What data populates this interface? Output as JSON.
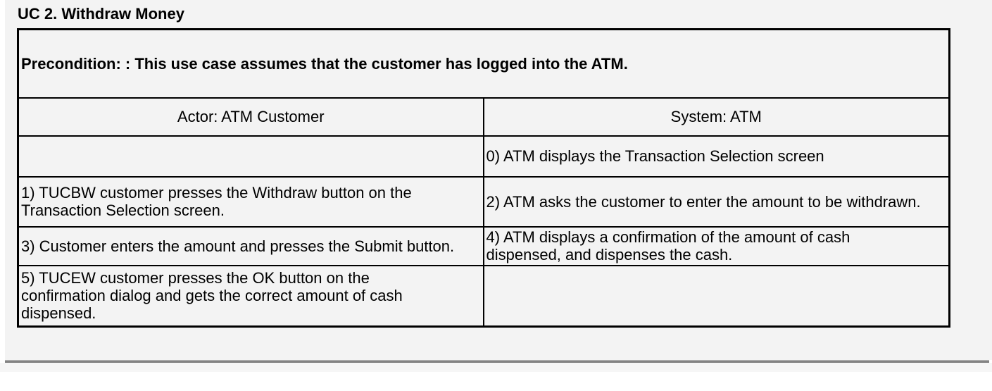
{
  "page": {
    "title": "UC 2. Withdraw Money"
  },
  "table": {
    "precondition": "Precondition: : This use case assumes that the customer has logged into the ATM.",
    "columns": [
      {
        "header": "Actor: ATM Customer"
      },
      {
        "header": "System: ATM"
      }
    ],
    "rows": [
      {
        "actor": "",
        "system": "0) ATM displays the Transaction Selection screen"
      },
      {
        "actor": "1) TUCBW customer presses the Withdraw button on the\nTransaction Selection screen.",
        "system": "2) ATM asks the customer to enter the amount to be withdrawn."
      },
      {
        "actor": "3) Customer enters the amount and presses the Submit button.",
        "system": "4) ATM displays a confirmation of the amount of cash\ndispensed, and dispenses the cash."
      },
      {
        "actor": "5) TUCEW customer presses the OK button on the\nconfirmation dialog and gets the correct amount of cash\ndispensed.",
        "system": ""
      }
    ]
  },
  "colors": {
    "page_background": "#f3f3f3",
    "table_border": "#000000",
    "text": "#000000",
    "divider_bar": "#8a8a8a",
    "left_margin": "#ffffff"
  }
}
